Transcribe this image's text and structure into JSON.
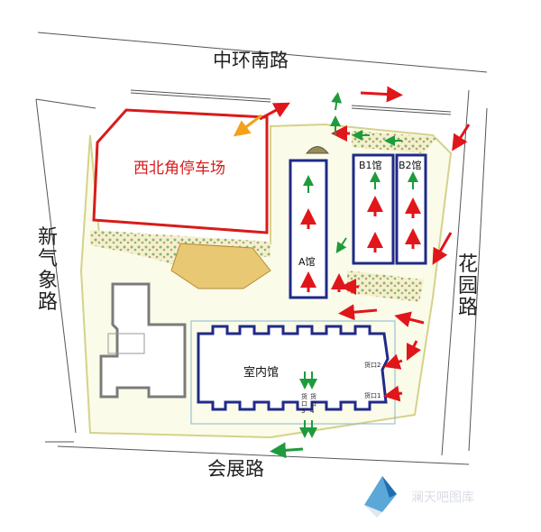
{
  "roads": {
    "north": "中环南路",
    "south": "会展路",
    "west": [
      "新",
      "气",
      "象",
      "路"
    ],
    "east": [
      "花",
      "园",
      "路"
    ]
  },
  "areas": {
    "northwest_parking": "西北角停车场",
    "hall_a": "A馆",
    "hall_b1": "B1馆",
    "hall_b2": "B2馆",
    "indoor_hall": "室内馆"
  },
  "docks": {
    "dock2": "货口2",
    "dock1": "货口1",
    "dock3": [
      "货",
      "口",
      "3"
    ],
    "dock4": [
      "货",
      "口",
      "4"
    ]
  },
  "watermark": "澜天吧图库",
  "colors": {
    "entry_arrow": "#e0161b",
    "exit_arrow": "#1e9b3c",
    "turn_arrow": "#f2a11a",
    "hall_outline": "#1f2a8a",
    "parking_outline": "#d81b1b"
  }
}
